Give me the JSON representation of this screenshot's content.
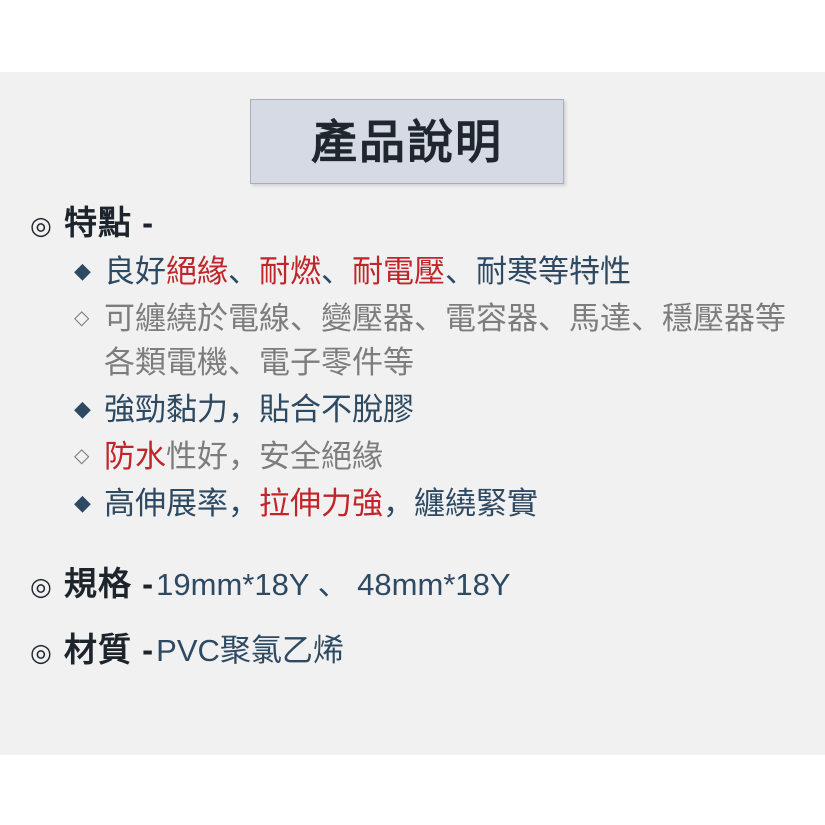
{
  "title": {
    "text": "產品說明"
  },
  "colors": {
    "panel_background": "#f1f1f1",
    "page_background": "#ffffff",
    "title_box_fill": "#d6dae4",
    "title_box_border": "#a9aeb8",
    "heading_text": "#1d242c",
    "body_blue": "#2e4a63",
    "body_gray": "#7d7d7d",
    "highlight_red": "#c0252a"
  },
  "icons": {
    "section_marker": "◎",
    "bullet_solid": "◆",
    "bullet_hollow": "◇"
  },
  "sections": [
    {
      "label": "特點 -",
      "items": [
        {
          "bullet": "◆",
          "style": "blue",
          "runs": [
            {
              "text": "良好",
              "color": "blue"
            },
            {
              "text": "絕緣",
              "color": "red"
            },
            {
              "text": "、",
              "color": "blue"
            },
            {
              "text": "耐燃",
              "color": "red"
            },
            {
              "text": "、",
              "color": "blue"
            },
            {
              "text": "耐電壓",
              "color": "red"
            },
            {
              "text": "、耐寒等特性",
              "color": "blue"
            }
          ]
        },
        {
          "bullet": "◇",
          "style": "gray",
          "runs": [
            {
              "text": "可纏繞於電線、變壓器、電容器、馬達、穩壓器等各類電機、電子零件等",
              "color": "gray"
            }
          ]
        },
        {
          "bullet": "◆",
          "style": "blue",
          "runs": [
            {
              "text": "強勁黏力，貼合不脫膠",
              "color": "blue"
            }
          ]
        },
        {
          "bullet": "◇",
          "style": "gray",
          "runs": [
            {
              "text": "防水",
              "color": "red"
            },
            {
              "text": "性好，安全絕緣",
              "color": "gray"
            }
          ]
        },
        {
          "bullet": "◆",
          "style": "blue",
          "runs": [
            {
              "text": "高伸展率，",
              "color": "blue"
            },
            {
              "text": "拉伸力強",
              "color": "red"
            },
            {
              "text": "，纏繞緊實",
              "color": "blue"
            }
          ]
        }
      ]
    },
    {
      "label": "規格 -",
      "value": "19mm*18Y 、  48mm*18Y",
      "items": []
    },
    {
      "label": "材質 -",
      "value": "PVC聚氯乙烯",
      "items": []
    }
  ]
}
